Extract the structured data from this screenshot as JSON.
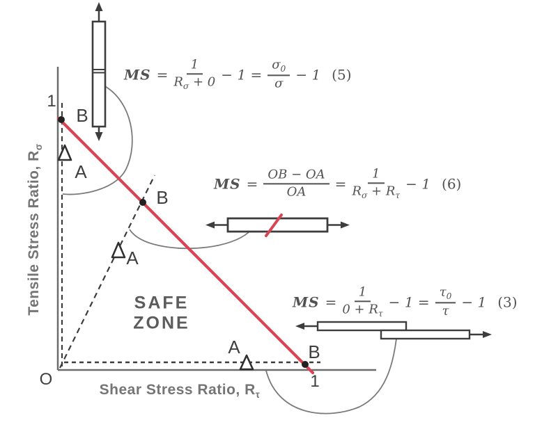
{
  "figure": {
    "description": "Stress-ratio interaction diagram with margin-of-safety equations and safe zone"
  },
  "colors": {
    "envelope_red": "#d84453",
    "line_gray": "#3d3d3d",
    "axis_gray": "#6b6b6b"
  },
  "axes": {
    "origin": "O",
    "x_tick": "1",
    "y_tick": "1",
    "x_label_main": "Shear  Stress Ratio, R",
    "x_label_sub": "τ",
    "y_label_main": "Tensile Stress  Ratio, R",
    "y_label_sub": "σ"
  },
  "safe_zone": {
    "line1": "SAFE",
    "line2": "ZONE"
  },
  "points": {
    "tension": {
      "a": "A",
      "b": "B"
    },
    "combined": {
      "a": "A",
      "b": "B"
    },
    "shear": {
      "a": "A",
      "b": "B"
    }
  },
  "equations": {
    "eq5": {
      "lhs": "MS",
      "eq1": "=",
      "f1_num": "1",
      "f1_den_a": "R",
      "f1_den_sub": "σ",
      "f1_den_b": " + 0",
      "mid": "− 1 =",
      "f2_num_a": "σ",
      "f2_num_sub": "0",
      "f2_den": "σ",
      "tail": "− 1",
      "number": "(5)"
    },
    "eq6": {
      "lhs": "MS",
      "eq1": "=",
      "f1_num": "OB − OA",
      "f1_den": "OA",
      "mid": "=",
      "f2_num": "1",
      "f2_den_a": "R",
      "f2_den_sub_a": "σ",
      "f2_den_b": " + R",
      "f2_den_sub_b": "τ",
      "tail": "− 1",
      "number": "(6)"
    },
    "eq3": {
      "lhs": "MS",
      "eq1": "=",
      "f1_num": "1",
      "f1_den_a": "0 + R",
      "f1_den_sub": "τ",
      "mid": "− 1 =",
      "f2_num_a": "τ",
      "f2_num_sub": "0",
      "f2_den": "τ",
      "tail": "− 1",
      "number": "(3)"
    }
  }
}
